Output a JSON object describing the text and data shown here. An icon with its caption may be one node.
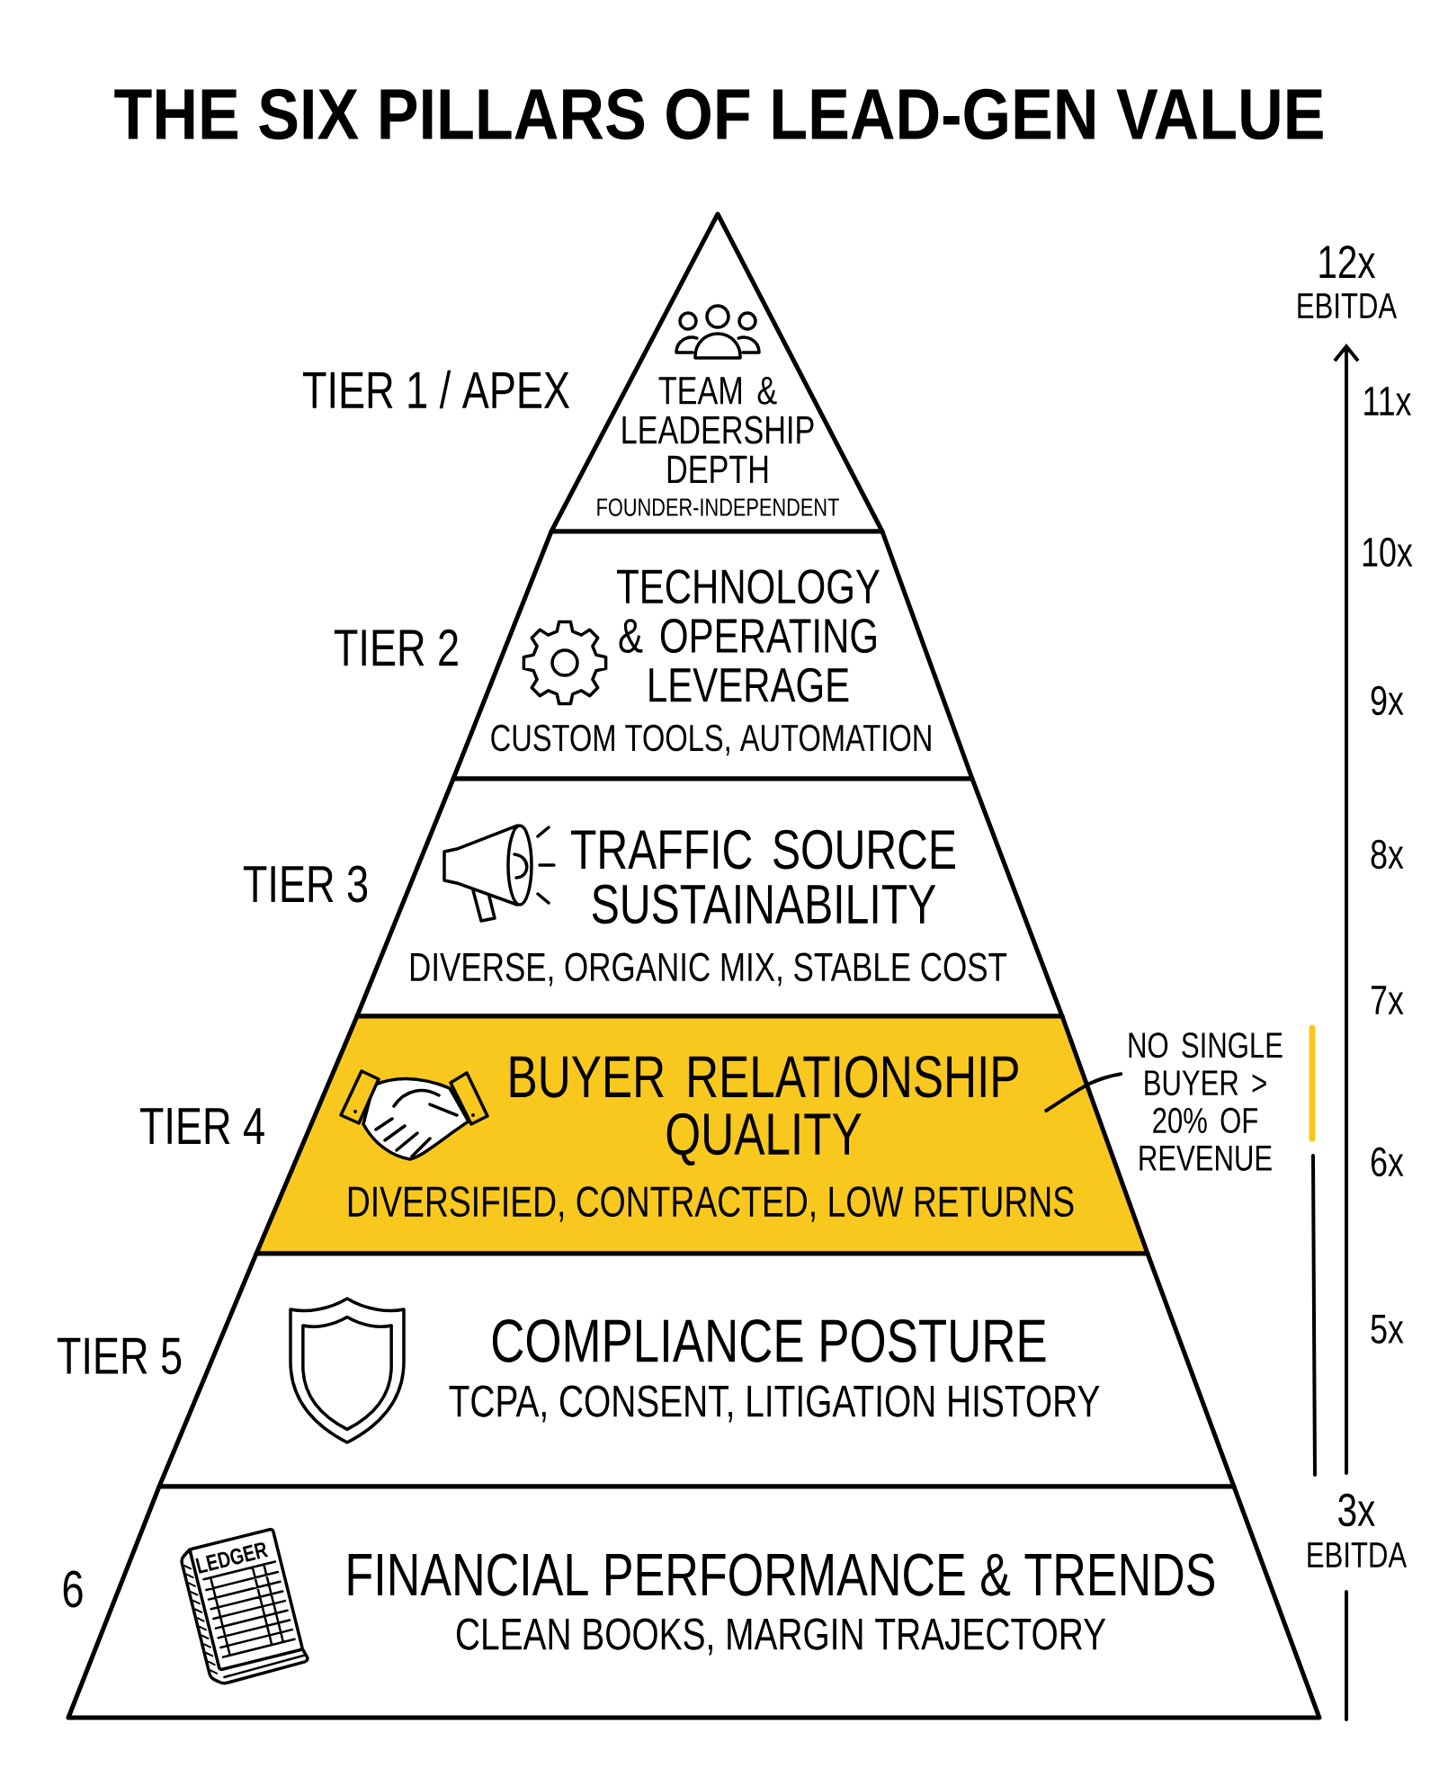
{
  "diagram": {
    "title": "THE SIX PILLARS OF LEAD-GEN VALUE",
    "nodes": [
      {
        "text": [
          "TEAM & LEADERSHIP DEPTH",
          "FOUNDER-INDEPENDENT"
        ],
        "beside": [
          "TIER 1 / APEX"
        ]
      },
      {
        "text": [
          "TECHNOLOGY & OPERATING LEVERAGE",
          "CUSTOM TOOLS, AUTOMATION"
        ],
        "beside": [
          "TIER 2"
        ]
      },
      {
        "text": [
          "TRAFFIC SOURCE SUSTAINABILITY",
          "DIVERSE, ORGANIC MIX, STABLE COST"
        ],
        "beside": [
          "TIER 3"
        ]
      },
      {
        "text": [
          "BUYER RELATIONSHIP QUALITY",
          "DIVERSIFIED, CONTRACTED, LOW RETURNS"
        ],
        "beside": [
          "TIER 4"
        ]
      },
      {
        "text": [
          "COMPLIANCE POSTURE",
          "TCPA, CONSENT, LITIGATION HISTORY"
        ],
        "beside": [
          "TIER 5"
        ]
      },
      {
        "text": [
          "FINANCIAL PERFORMANCE & TRENDS",
          "CLEAN BOOKS, MARGIN TRAJECTORY"
        ],
        "beside": [
          "6"
        ]
      },
      {
        "text": [
          "NO SINGLE BUYER > 20% OF REVENUE"
        ]
      }
    ],
    "edges": [
      {
        "from": 6,
        "to": 3,
        "arrow": "none"
      }
    ],
    "labels": [
      "12x",
      "EBITDA",
      "11x",
      "10x",
      "9x",
      "8x",
      "7x",
      "6x",
      "5x",
      "3x",
      "EBITDA",
      "LEDGER"
    ]
  }
}
